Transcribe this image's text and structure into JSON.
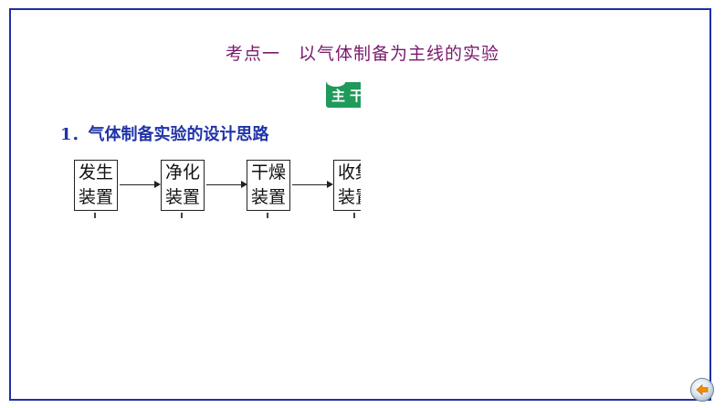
{
  "slide": {
    "title": "考点一　以气体制备为主线的实验",
    "badge_text": "主干",
    "heading": "1．气体制备实验的设计思路",
    "flow": {
      "steps": [
        {
          "line1": "发生",
          "line2": "装置"
        },
        {
          "line1": "净化",
          "line2": "装置"
        },
        {
          "line1": "干燥",
          "line2": "装置"
        },
        {
          "line1": "收集",
          "line2": "装置"
        }
      ]
    }
  },
  "nav": {
    "back_icon": "back-arrow-icon",
    "accent_color": "#f28c00"
  },
  "colors": {
    "frame": "#1f2fa8",
    "title": "#7a1a6e",
    "heading": "#2034a8",
    "badge": "#1f9a5a"
  }
}
